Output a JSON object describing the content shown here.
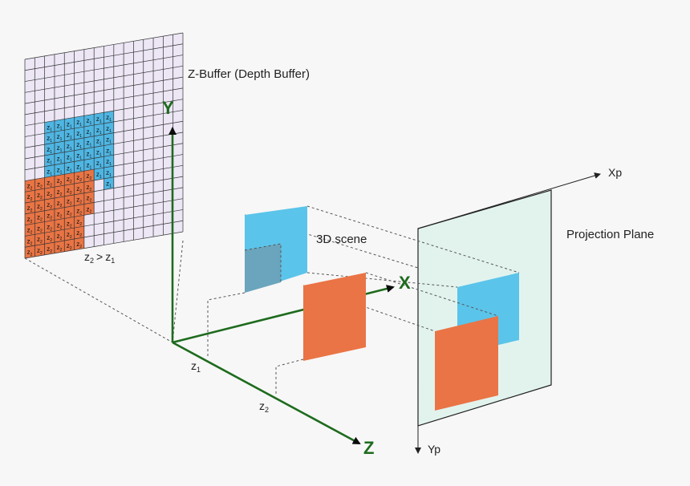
{
  "zbuffer": {
    "title": "Z-Buffer (Depth Buffer)",
    "inequality": {
      "left_var": "z",
      "left_sub": "2",
      "op": ">",
      "right_var": "z",
      "right_sub": "1"
    },
    "cell_var": "z",
    "z1_sub": "1",
    "z2_sub": "2",
    "colors": {
      "grid": "#ece6f5",
      "z1": "#4fb6e3",
      "z2": "#e97444",
      "line": "#333333"
    }
  },
  "axes": {
    "y_label": "Y",
    "x_label": "X",
    "z_label": "Z",
    "color": "#1e6b1e"
  },
  "depth_marks": {
    "z1": {
      "var": "z",
      "sub": "1"
    },
    "z2": {
      "var": "z",
      "sub": "2"
    }
  },
  "scene": {
    "label": "3D scene",
    "colors": {
      "far": "#5bc4ea",
      "near": "#ea7445"
    }
  },
  "projection_plane": {
    "label": "Projection Plane",
    "xp_label": "Xp",
    "yp_label": "Yp",
    "color": "#e2f3ee"
  }
}
